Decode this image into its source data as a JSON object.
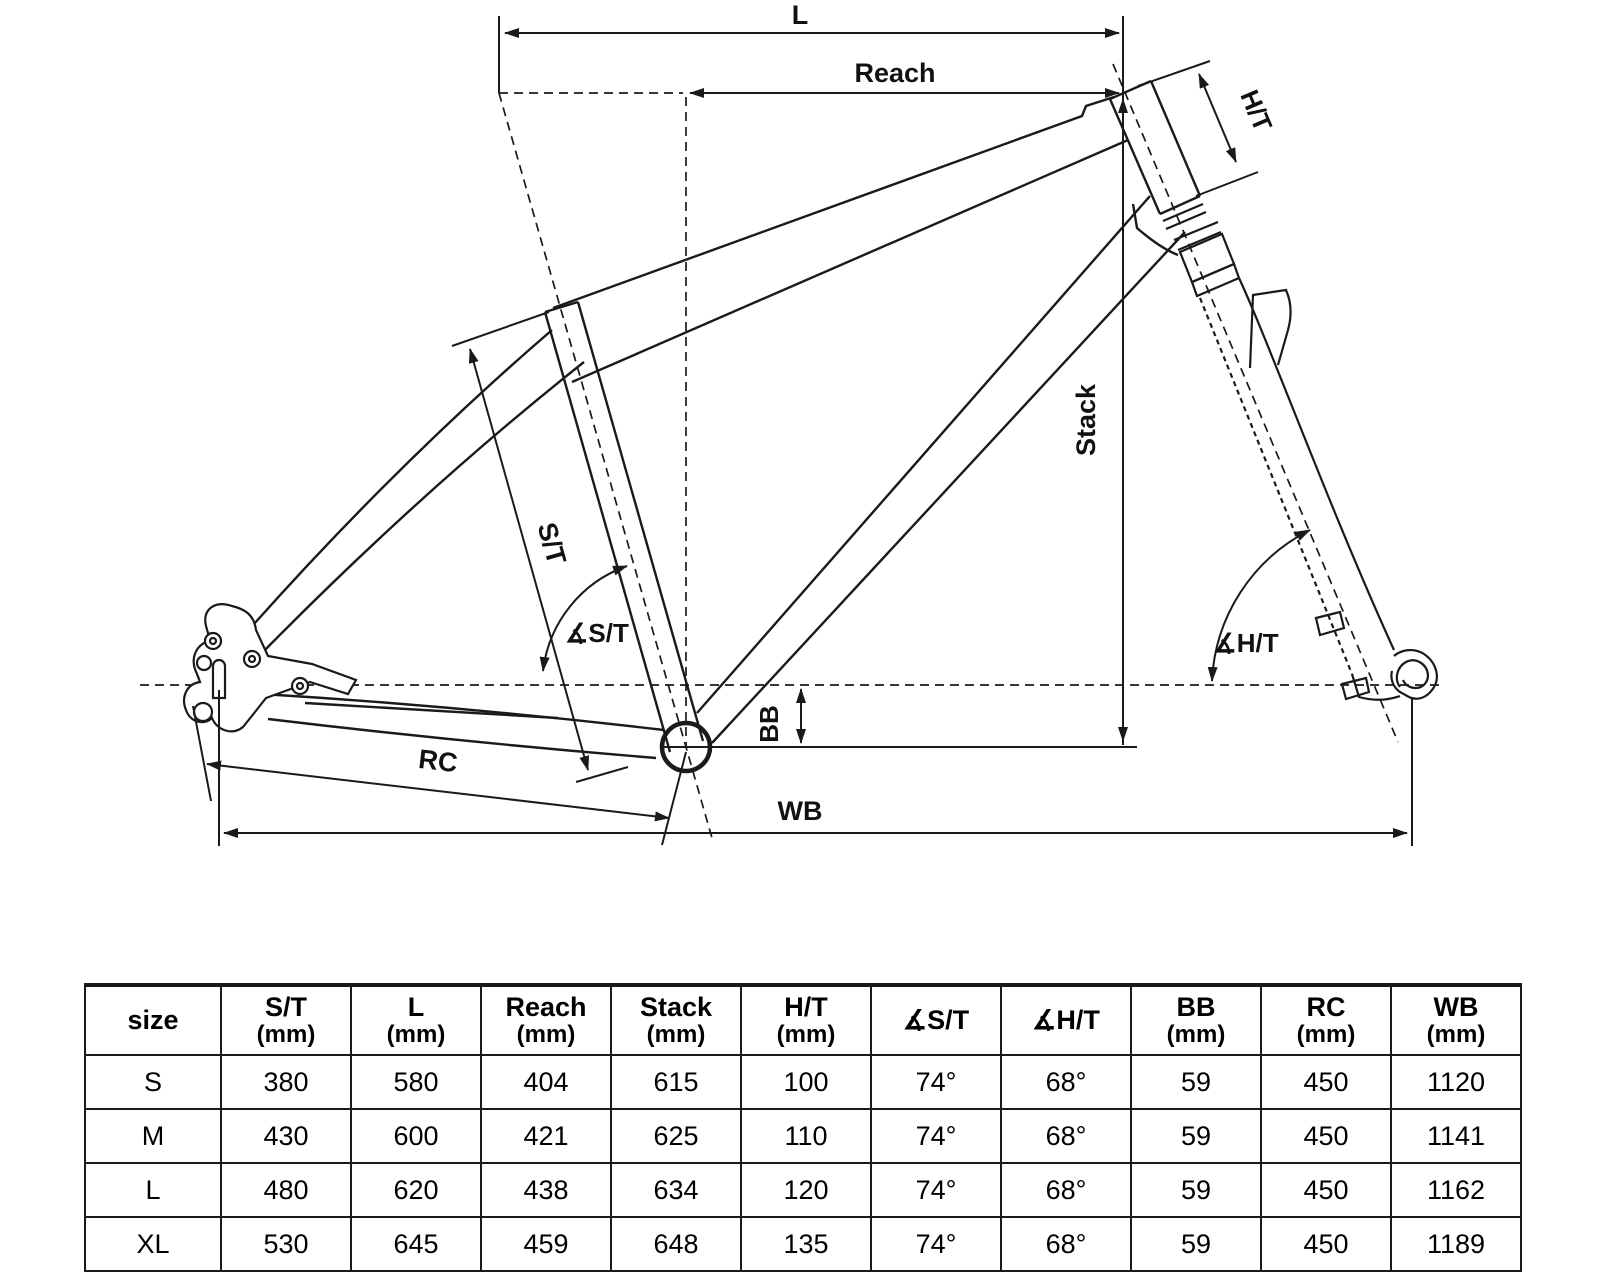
{
  "diagram": {
    "line_color": "#1a1a1a",
    "background": "#ffffff",
    "labels": {
      "l": "L",
      "reach": "Reach",
      "ht": "H/T",
      "stack": "Stack",
      "st": "S/T",
      "angle_st": "∡S/T",
      "angle_ht": "∡H/T",
      "bb": "BB",
      "rc": "RC",
      "wb": "WB"
    }
  },
  "table": {
    "columns": [
      {
        "label": "size",
        "unit": ""
      },
      {
        "label": "S/T",
        "unit": "(mm)"
      },
      {
        "label": "L",
        "unit": "(mm)"
      },
      {
        "label": "Reach",
        "unit": "(mm)"
      },
      {
        "label": "Stack",
        "unit": "(mm)"
      },
      {
        "label": "H/T",
        "unit": "(mm)"
      },
      {
        "label": "∡S/T",
        "unit": ""
      },
      {
        "label": "∡H/T",
        "unit": ""
      },
      {
        "label": "BB",
        "unit": "(mm)"
      },
      {
        "label": "RC",
        "unit": "(mm)"
      },
      {
        "label": "WB",
        "unit": "(mm)"
      }
    ],
    "rows": [
      {
        "size": "S",
        "values": [
          "380",
          "580",
          "404",
          "615",
          "100",
          "74°",
          "68°",
          "59",
          "450",
          "1120"
        ]
      },
      {
        "size": "M",
        "values": [
          "430",
          "600",
          "421",
          "625",
          "110",
          "74°",
          "68°",
          "59",
          "450",
          "1141"
        ]
      },
      {
        "size": "L",
        "values": [
          "480",
          "620",
          "438",
          "634",
          "120",
          "74°",
          "68°",
          "59",
          "450",
          "1162"
        ]
      },
      {
        "size": "XL",
        "values": [
          "530",
          "645",
          "459",
          "648",
          "135",
          "74°",
          "68°",
          "59",
          "450",
          "1189"
        ]
      }
    ]
  }
}
